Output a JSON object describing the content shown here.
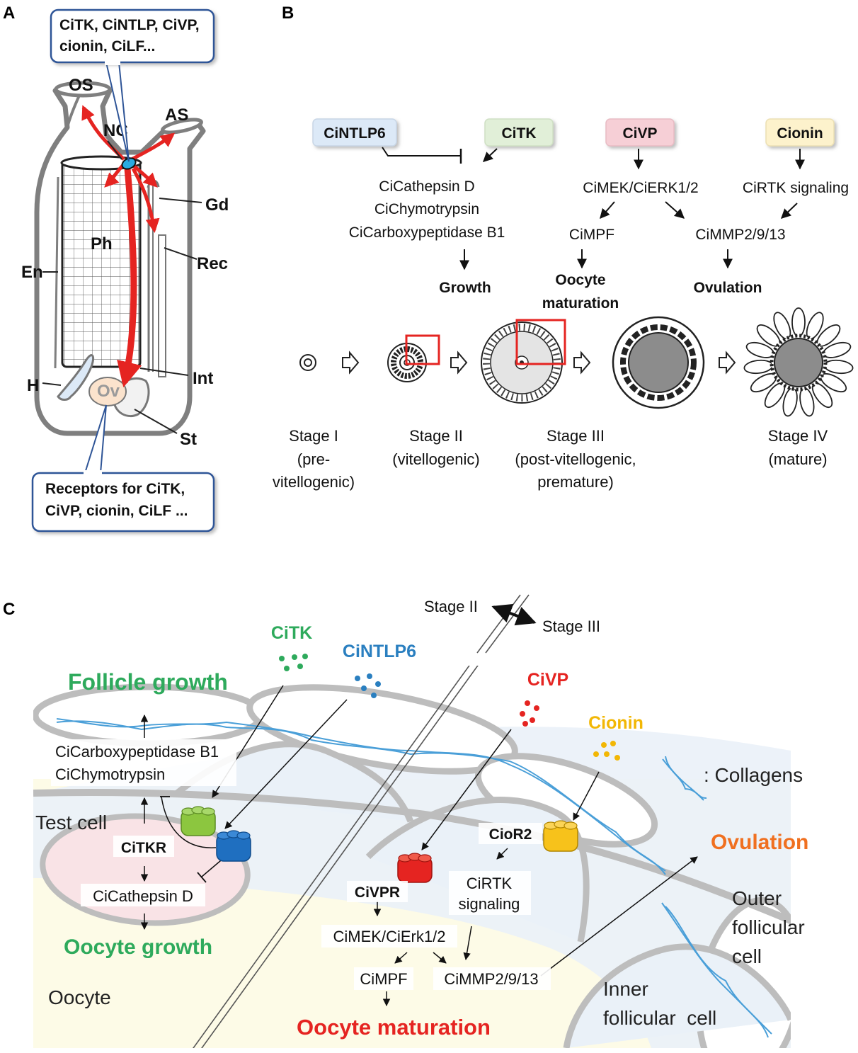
{
  "panels": {
    "a": "A",
    "b": "B",
    "c": "C"
  },
  "panelA": {
    "callout_top": [
      "CiTK, CiNTLP, CiVP,",
      "cionin, CiLF..."
    ],
    "callout_bottom": [
      "Receptors for CiTK,",
      "CiVP, cionin, CiLF ..."
    ],
    "labels": {
      "os": "OS",
      "as": "AS",
      "nc": "NC",
      "gd": "Gd",
      "ph": "Ph",
      "rec": "Rec",
      "en": "En",
      "int": "Int",
      "h": "H",
      "ov": "Ov",
      "st": "St"
    },
    "colors": {
      "arrow": "#e52421",
      "nc": "#29abe2",
      "ovary": "#fbe3cd",
      "body": "#7f7f7f"
    }
  },
  "panelB": {
    "boxes": [
      {
        "label": "CiNTLP6",
        "color": "#dce9f7"
      },
      {
        "label": "CiTK",
        "color": "#e1efd8"
      },
      {
        "label": "CiVP",
        "color": "#f6cfd6"
      },
      {
        "label": "Cionin",
        "color": "#fdf2cc"
      }
    ],
    "ntlp_targets": [
      "CiCathepsin D",
      "CiChymotrypsin",
      "CiCarboxypeptidase B1"
    ],
    "growth": "Growth",
    "vp_path": {
      "mek": "CiMEK/CiERK1/2",
      "mpf": "CiMPF",
      "maturation": [
        "Oocyte",
        "maturation"
      ]
    },
    "cionin_path": {
      "rtk": "CiRTK signaling",
      "mmp": "CiMMP2/9/13",
      "ovulation": "Ovulation"
    },
    "stages": [
      {
        "name": "Stage I",
        "desc": [
          "(pre-",
          "vitellogenic)"
        ]
      },
      {
        "name": "Stage II",
        "desc": [
          "(vitellogenic)"
        ]
      },
      {
        "name": "Stage III",
        "desc": [
          "(post-vitellogenic,",
          "premature)"
        ]
      },
      {
        "name": "Stage IV",
        "desc": [
          "(mature)"
        ]
      }
    ]
  },
  "panelC": {
    "stage_left": "Stage II",
    "stage_right": "Stage III",
    "ligands": {
      "tk": {
        "label": "CiTK",
        "color": "#2eaa5c"
      },
      "ntlp": {
        "label": "CiNTLP6",
        "color": "#2a7fc0"
      },
      "vp": {
        "label": "CiVP",
        "color": "#e52421"
      },
      "cionin": {
        "label": "Cionin",
        "color": "#f2b705"
      }
    },
    "follicle_growth": "Follicle growth",
    "carboxypeptidase": "CiCarboxypeptidase B1",
    "chymotrypsin": "CiChymotrypsin",
    "test_cell": "Test cell",
    "citkr": "CiTKR",
    "cathepsin": "CiCathepsin D",
    "oocyte_growth": "Oocyte growth",
    "oocyte": "Oocyte",
    "ciovpr": "CiVPR",
    "mek": "CiMEK/CiErk1/2",
    "mpf": "CiMPF",
    "mmp": "CiMMP2/9/13",
    "oocyte_maturation": "Oocyte maturation",
    "cior2": "CioR2",
    "rtk": [
      "CiRTK",
      "signaling"
    ],
    "collagens": ": Collagens",
    "ovulation": "Ovulation",
    "outer": [
      "Outer",
      "follicular",
      "cell"
    ],
    "inner": [
      "Inner",
      "follicular  cell"
    ],
    "colors": {
      "growth": "#2eaa5c",
      "maturation": "#e52421",
      "ovulation": "#f07020",
      "receptor_tk": "#8cc63f",
      "receptor_ntlp": "#1f6fc0",
      "receptor_vp": "#e52421",
      "receptor_cionin": "#f7c21b",
      "collagen": "#4a9fd8",
      "oocyte_bg": "#fdfbe7",
      "test_cell_bg": "#f9e3e6",
      "follicle_bg": "#eaf1f8",
      "membrane": "#bdbdbd"
    }
  }
}
